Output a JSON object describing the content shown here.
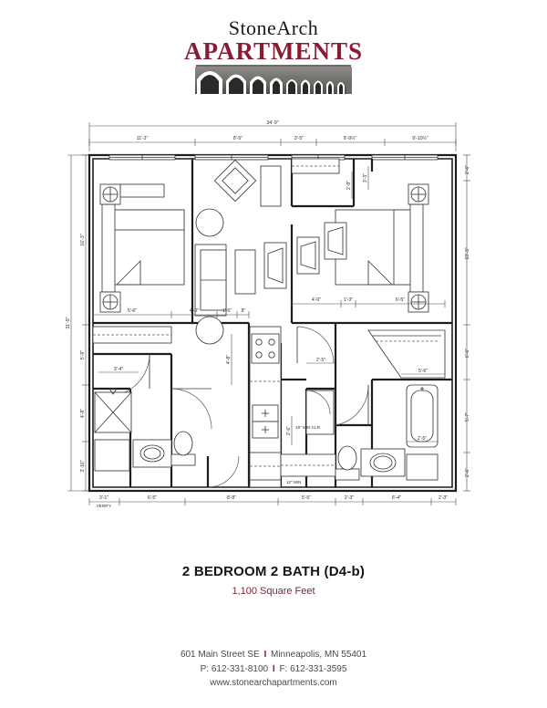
{
  "brand": {
    "name_line1": "StoneArch",
    "name_line1_a": "S",
    "name_line1_b": "TONE",
    "name_line1_c": "A",
    "name_line1_d": "RCH",
    "name_line2": "APARTMENTS",
    "logo_art": "stone-arch-bridge"
  },
  "plan": {
    "title": "2 BEDROOM 2 BATH (D4-b)",
    "square_feet": "1,100 Square Feet",
    "overall_width": "34'-9\"",
    "overall_height": "31'-9\"",
    "dimensions_top": [
      {
        "label": "11'-3\""
      },
      {
        "label": "8'-5\""
      },
      {
        "label": "3'-5\""
      },
      {
        "label": "9'-9½\""
      },
      {
        "label": "9'-10½\""
      }
    ],
    "dimensions_bottom": [
      {
        "label": "3'-1\"",
        "note": "VERIFY"
      },
      {
        "label": "6'-5\""
      },
      {
        "label": "8'-8\""
      },
      {
        "label": "5'-5\""
      },
      {
        "label": "2'-3\""
      },
      {
        "label": "6'-4\""
      },
      {
        "label": "2'-3\""
      }
    ],
    "dimensions_left": [
      {
        "label": "16'-3\""
      },
      {
        "label": "5'-9\""
      },
      {
        "label": "4'-8\""
      },
      {
        "label": "3'-10\""
      }
    ],
    "dimensions_right": [
      {
        "label": "2'-6\""
      },
      {
        "label": "10'-3\""
      },
      {
        "label": "6'-6\""
      },
      {
        "label": "5'-7\""
      },
      {
        "label": "2'-6\""
      }
    ],
    "dimensions_interior": [
      {
        "label": "5'-6\""
      },
      {
        "label": "4'-0\""
      },
      {
        "label": "1'-5\""
      },
      {
        "label": "8\""
      },
      {
        "label": "4'-0\""
      },
      {
        "label": "1'-3\""
      },
      {
        "label": "6'-5\""
      },
      {
        "label": "3'-4\""
      },
      {
        "label": "4'-8\""
      },
      {
        "label": "2'-5\""
      },
      {
        "label": "5'-6\""
      },
      {
        "label": "2'-5\""
      },
      {
        "label": "2'-6\""
      },
      {
        "label": "2'-9\""
      },
      {
        "label": "3'-3\""
      }
    ],
    "notes": [
      {
        "label": "18\" MIN CLR"
      },
      {
        "label": "12\" MIN"
      },
      {
        "label": "VERIFY"
      }
    ]
  },
  "footer": {
    "address": "601 Main Street SE",
    "city_state_zip": "Minneapolis, MN 55401",
    "phone": "P: 612-331-8100",
    "fax": "F: 612-331-3595",
    "website": "www.stonearchapartments.com",
    "separator": "I"
  },
  "colors": {
    "brand_red": "#8b1a33",
    "ink": "#111111",
    "line": "#333333",
    "footer_text": "#4a4a4a"
  }
}
